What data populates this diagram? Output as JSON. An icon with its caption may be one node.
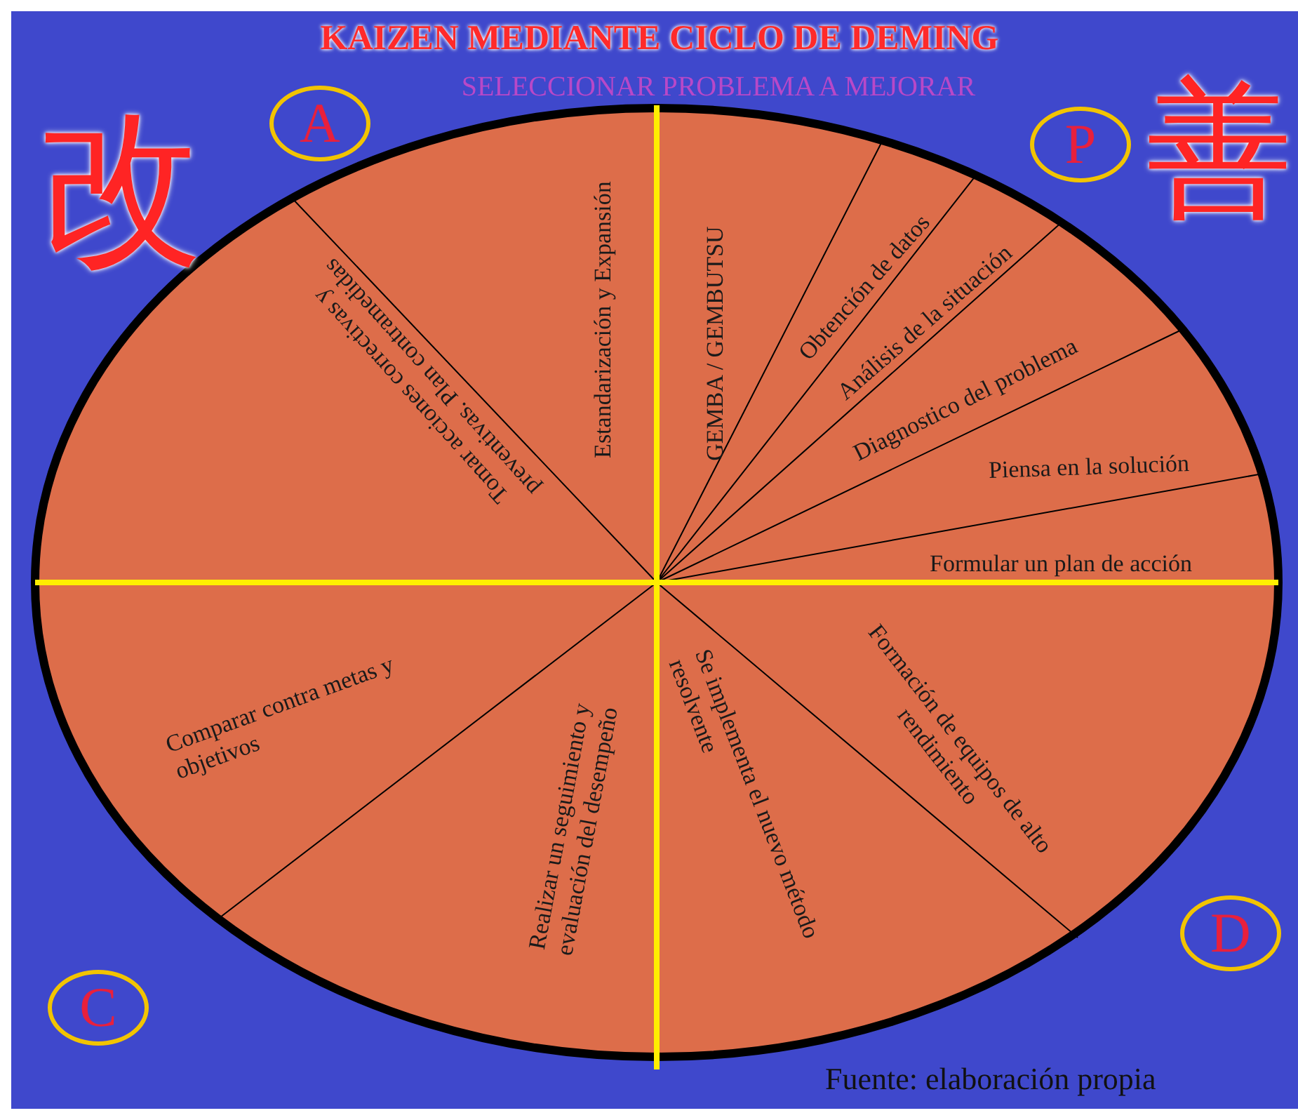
{
  "diagram": {
    "title": "KAIZEN MEDIANTE CICLO DE DEMING",
    "caption": "Fuente: elaboración propia",
    "nodes": [
      {
        "text": [
          "A"
        ]
      },
      {
        "text": [
          "P"
        ]
      },
      {
        "text": [
          "C"
        ]
      },
      {
        "text": [
          "D"
        ]
      }
    ],
    "labels": [
      "SELECCIONAR PROBLEMA A MEJORAR",
      "改",
      "善",
      "Estandarización y Expansión",
      "Tomar acciones correctivas y preventivas. Plan contramedidas",
      "GEMBA / GEMBUTSU",
      "Obtención de datos",
      "Análisis de la situación",
      "Diagnostico del problema",
      "Piensa en la solución",
      "Formular un plan de acción",
      "Formación de equipos de alto rendimiento",
      "Se implementa el nuevo método resolvente",
      "Realizar un seguimiento y evaluación del desempeño",
      "Comparar contra metas y objetivos"
    ]
  }
}
